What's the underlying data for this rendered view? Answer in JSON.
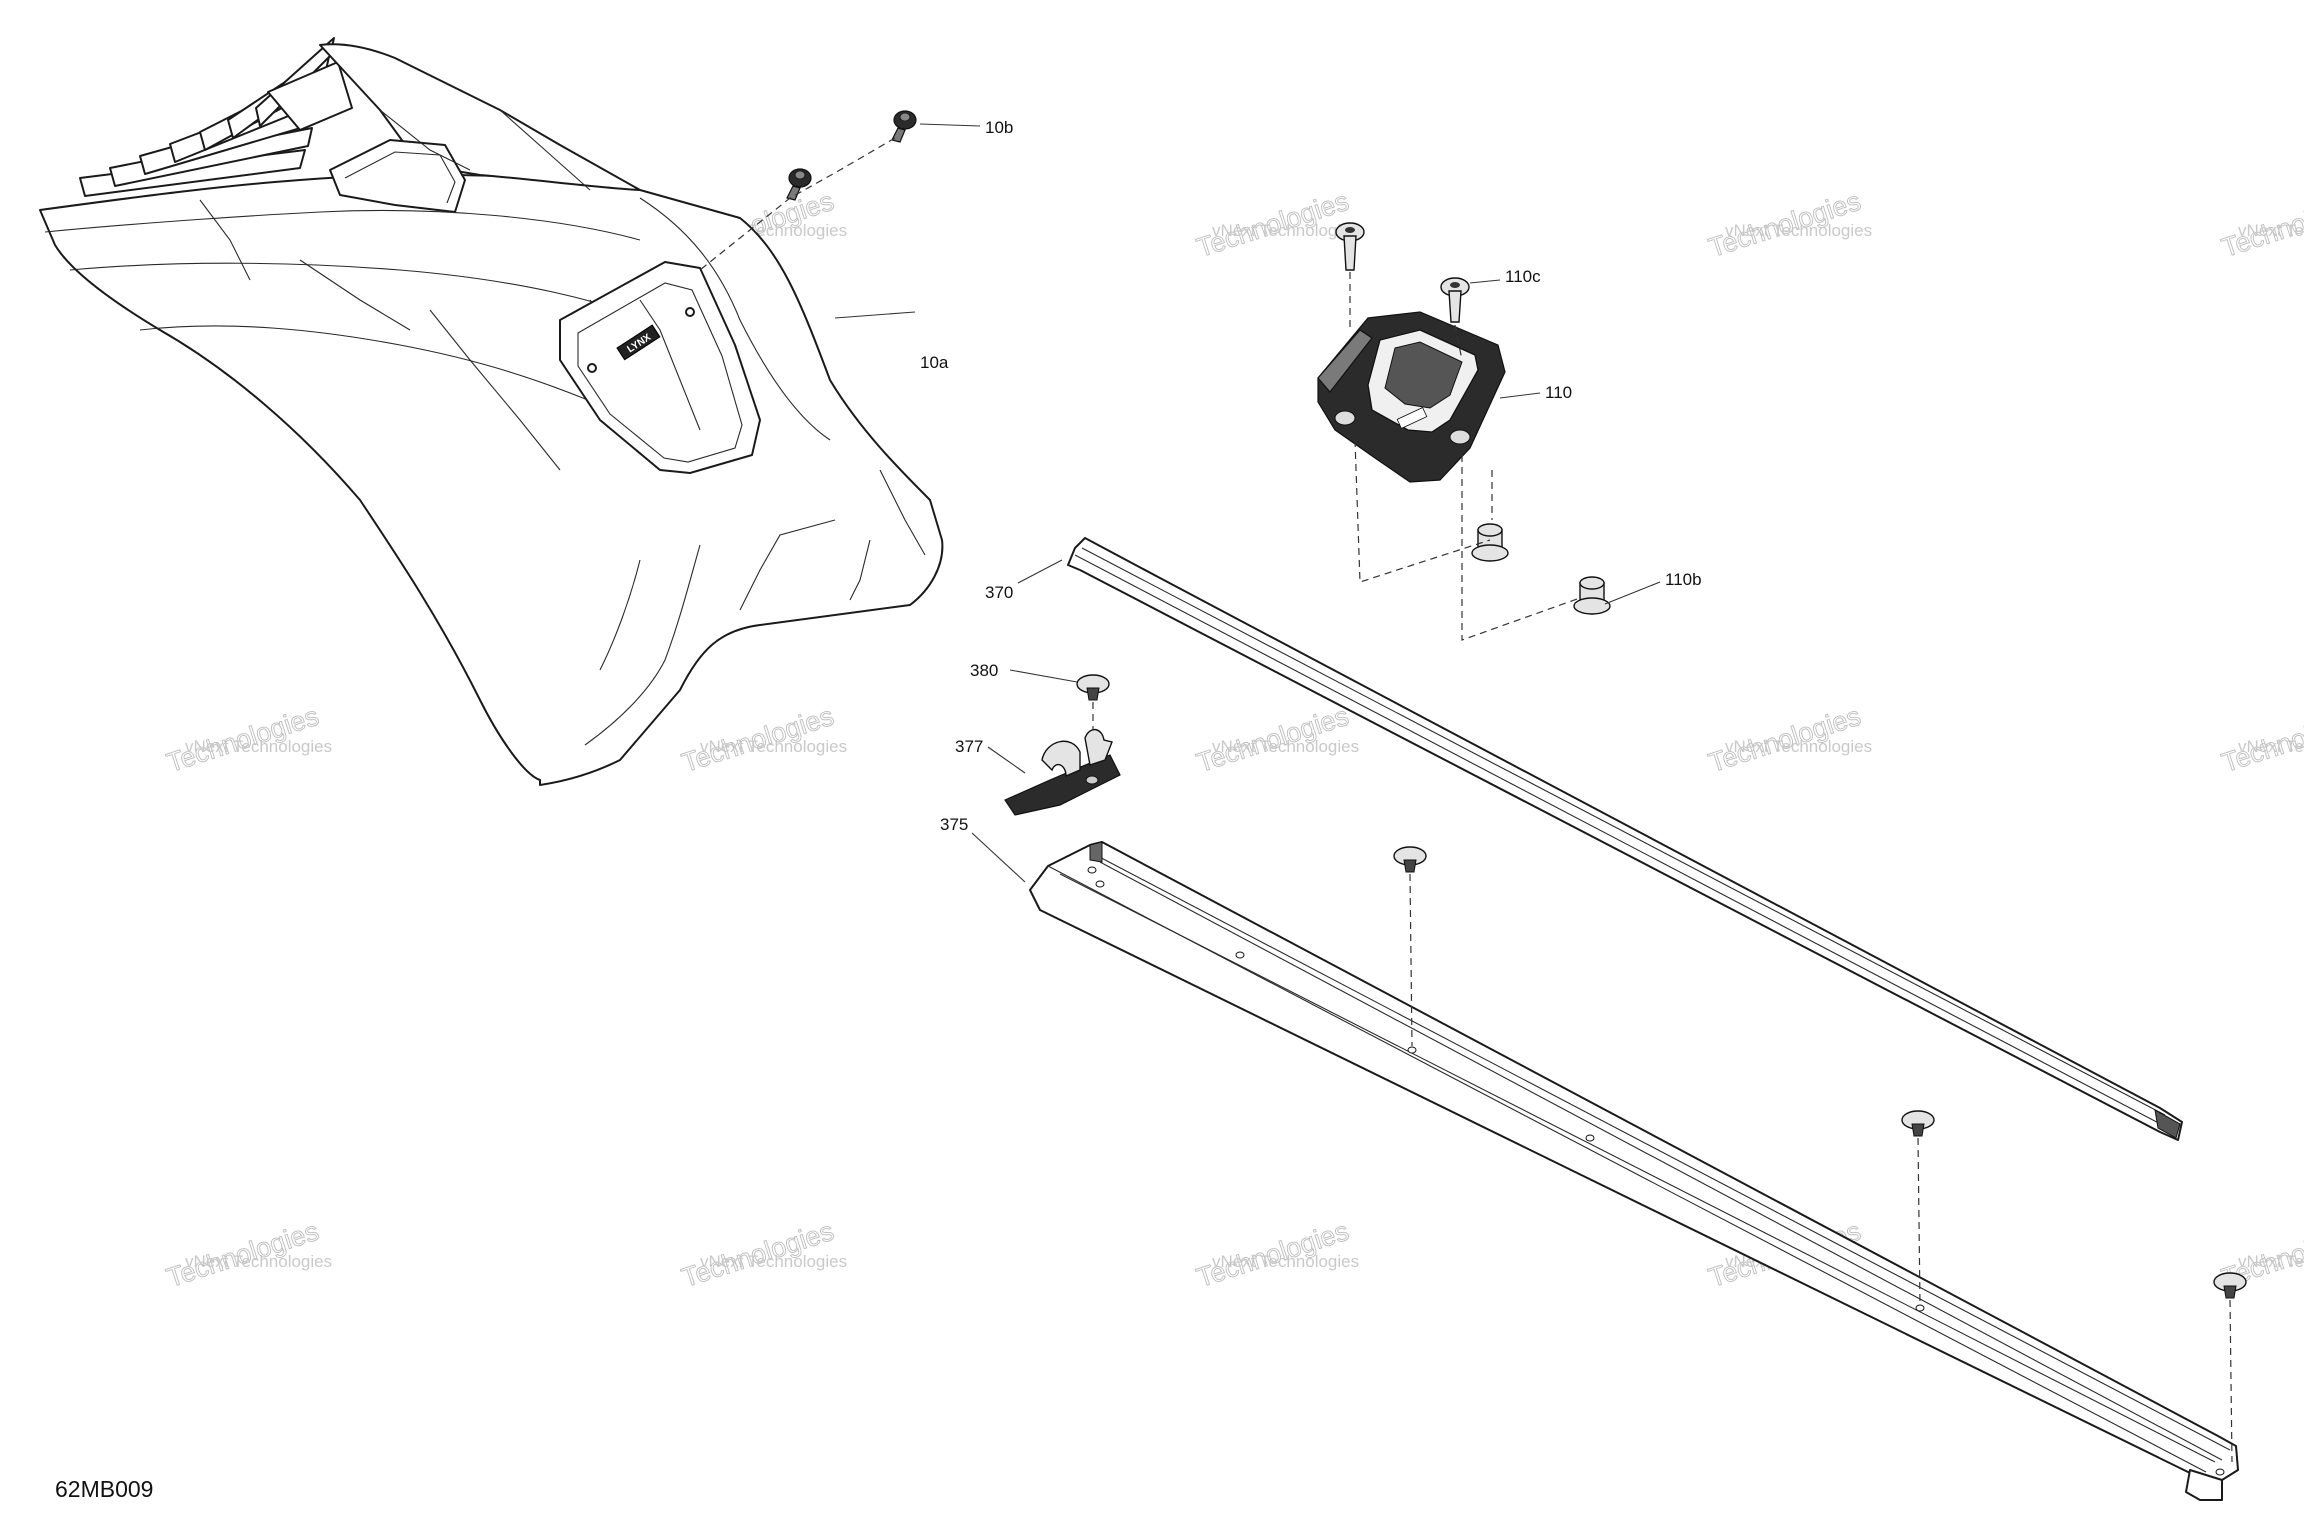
{
  "diagram_code": "62MB009",
  "watermark": {
    "line1": "vNext Technologies",
    "line2": "Technologies"
  },
  "callouts": {
    "c10a": "10a",
    "c10b": "10b",
    "c110": "110",
    "c110b": "110b",
    "c110c": "110c",
    "c370": "370",
    "c375": "375",
    "c377": "377",
    "c380": "380"
  },
  "logo_text": "LYNX"
}
